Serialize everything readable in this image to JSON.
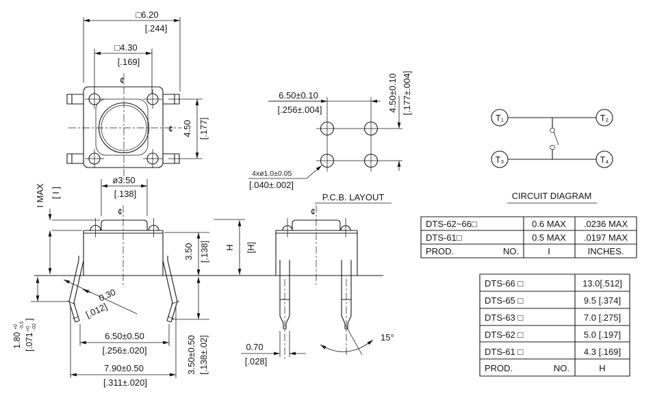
{
  "sym": {
    "centerline": "¢"
  },
  "top_view": {
    "dim_body": {
      "mm": "□6.20",
      "inch": "[.244]"
    },
    "dim_inner": {
      "mm": "□4.30",
      "inch": "[.169]"
    },
    "dim_pins": {
      "mm": "4.50",
      "inch": "[.177]"
    }
  },
  "front_view": {
    "dim_btn_dia": {
      "mm": "ø3.50",
      "inch": "[.138]"
    },
    "dim_stem": {
      "mm": "I MAX",
      "inch": "[ I ]"
    },
    "dim_standoff": {
      "mm": "1.80",
      "plus": "+0",
      "minus": "-0.5",
      "inch_open": "[.071",
      "inch_plus": "+0",
      "inch_minus": "-.02",
      "inch_close": "]"
    },
    "dim_leg_thk": {
      "mm": "0.30",
      "inch": "[.012]"
    },
    "dim_leg_span": {
      "mm": "6.50±0.50",
      "inch": "[.256±.020]"
    },
    "dim_outer_span": {
      "mm": "7.90±0.50",
      "inch": "[.311±.020]"
    },
    "dim_body_h": {
      "mm": "3.50",
      "inch": "[.138]"
    },
    "dim_leg_len": {
      "mm": "3.50±0.50",
      "inch": "[.138±.02]"
    }
  },
  "side_view": {
    "dim_total_h": {
      "mm": "H",
      "inch": "[H]"
    },
    "dim_leg_w": {
      "mm": "0.70",
      "inch": "[.028]"
    },
    "dim_bend_angle": "15°"
  },
  "pcb": {
    "title": "P.C.B. LAYOUT",
    "dim_h_pitch": {
      "mm": "6.50±0.10",
      "inch": "[.256±.004]"
    },
    "dim_v_pitch": {
      "mm": "4.50±0.10",
      "inch": "[.177±.004]"
    },
    "dim_hole": {
      "mm": "4xø1.0±0.05",
      "inch": "[.040±.002]"
    }
  },
  "circuit": {
    "title": "CIRCUIT DIAGRAM",
    "t1": "T₁",
    "t2": "T₂",
    "t3": "T₃",
    "t4": "T₄"
  },
  "table_i": {
    "rows": [
      {
        "prod": "DTS-62~66□",
        "mm": "0.6 MAX",
        "inch": ".0236 MAX"
      },
      {
        "prod": "DTS-61□",
        "mm": "0.5 MAX",
        "inch": ".0197 MAX"
      }
    ],
    "footer": {
      "prod": "PROD.",
      "no": "NO.",
      "dim": "I",
      "unit": "INCHES."
    }
  },
  "table_h": {
    "rows": [
      {
        "prod": "DTS-66 □",
        "h": "13.0[.512]"
      },
      {
        "prod": "DTS-65 □",
        "h": "9.5 [.374]"
      },
      {
        "prod": "DTS-63 □",
        "h": "7.0 [.275]"
      },
      {
        "prod": "DTS-62 □",
        "h": "5.0 [.197]"
      },
      {
        "prod": "DTS-61 □",
        "h": "4.3 [.169]"
      }
    ],
    "footer": {
      "prod": "PROD.",
      "no": "NO.",
      "dim": "H"
    }
  }
}
